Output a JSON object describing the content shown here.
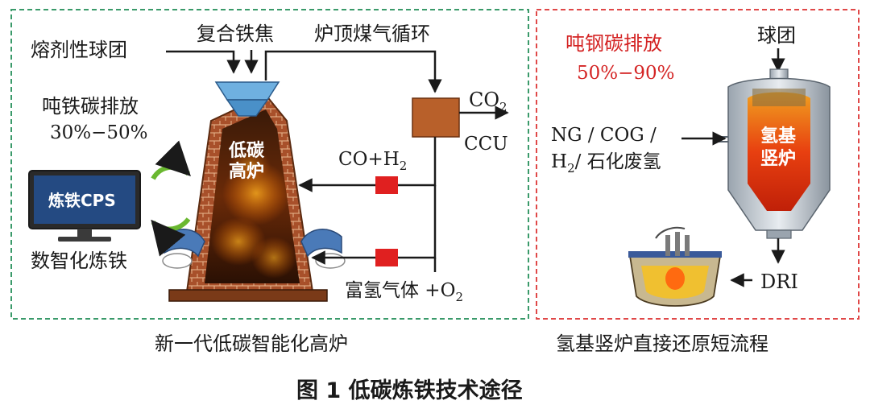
{
  "left_panel": {
    "caption": "新一代低碳智能化高炉",
    "inputs": {
      "flux_pellet": "熔剂性球团",
      "composite_coke": "复合铁焦",
      "top_gas_recycle": "炉顶煤气循环"
    },
    "emission_title": "吨铁碳排放",
    "emission_value": "30%−50%",
    "furnace_label_1": "低碳",
    "furnace_label_2": "高炉",
    "co2": "CO",
    "co2_sub": "2",
    "ccu": "CCU",
    "co_h2": "CO+H",
    "co_h2_sub": "2",
    "hydrogen_gas": "富氢气体 +O",
    "hydrogen_gas_sub": "2",
    "monitor_label": "炼铁CPS",
    "digital_label": "数智化炼铁"
  },
  "right_panel": {
    "caption": "氢基竖炉直接还原短流程",
    "emission_title": "吨钢碳排放",
    "emission_value": "50%−90%",
    "pellet": "球团",
    "gas_line1": "NG / COG /",
    "gas_line2_prefix": "H",
    "gas_line2_sub": "2",
    "gas_line2_suffix": "/ 石化废氢",
    "furnace_label_1": "氢基",
    "furnace_label_2": "竖炉",
    "dri": "DRI"
  },
  "figure_title": "图 1  低碳炼铁技术途径",
  "colors": {
    "left_border": "#3a9a6a",
    "right_border": "#e04848",
    "emphasis_red": "#d42424",
    "box_brown": "#b8602a",
    "marker_red": "#e02020"
  }
}
